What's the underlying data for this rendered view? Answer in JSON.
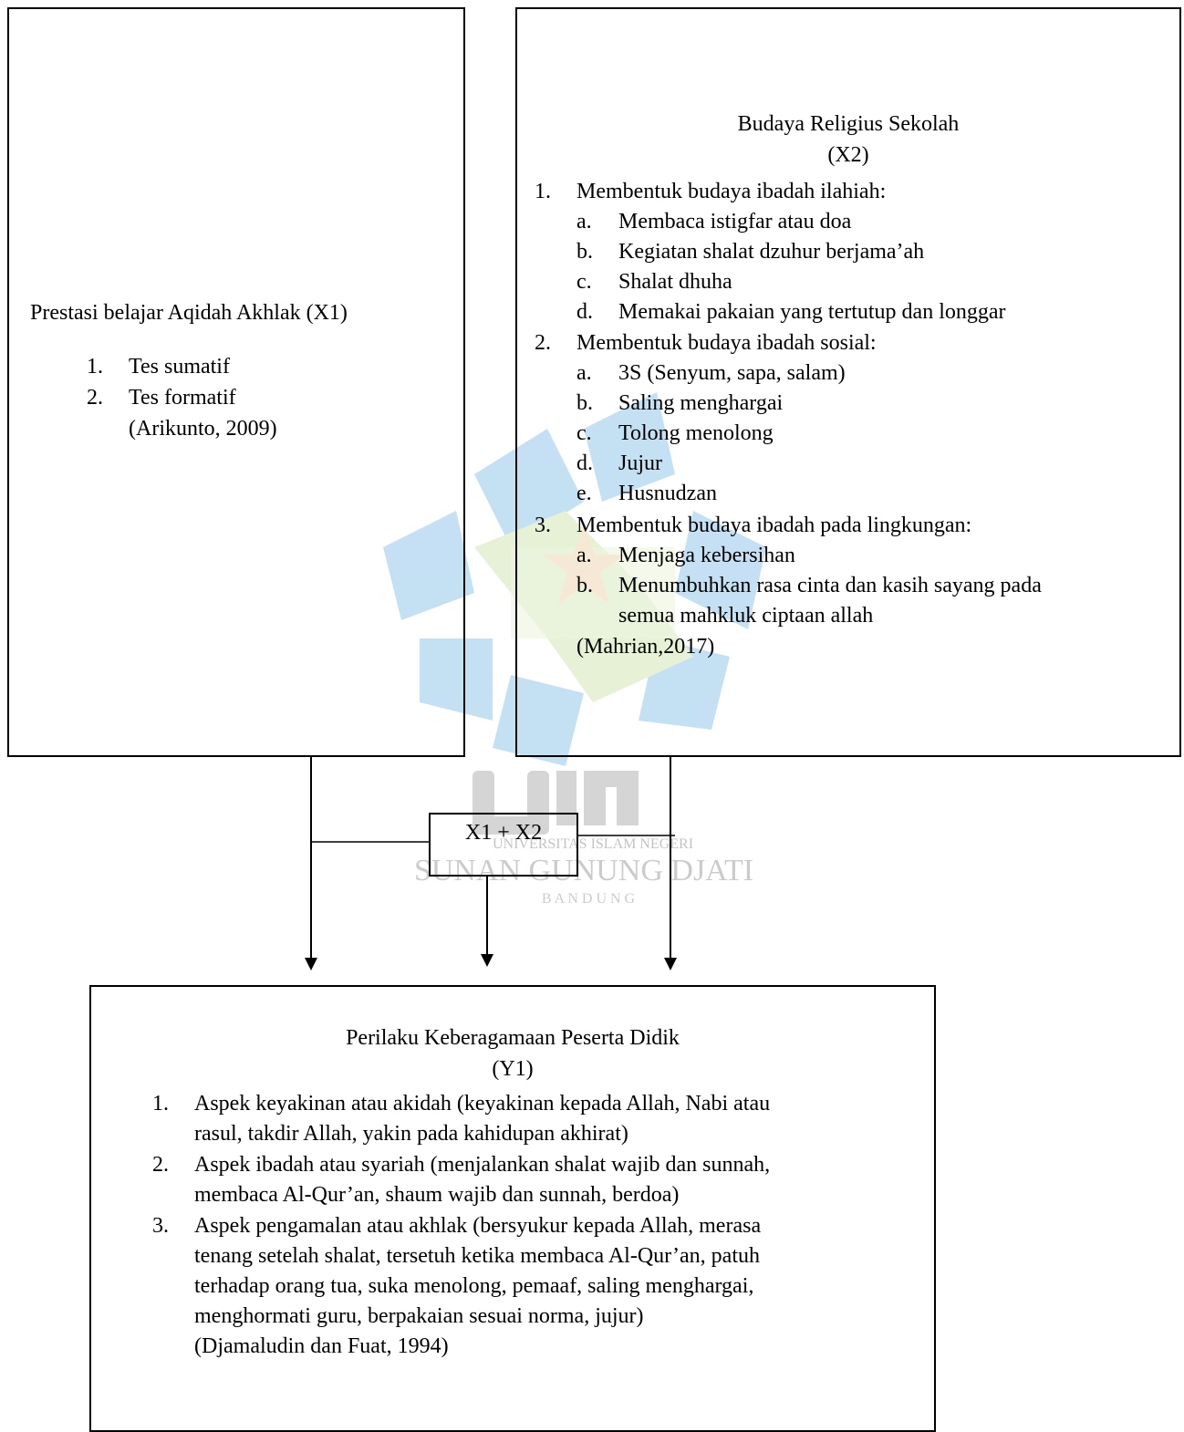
{
  "x1": {
    "title": "Prestasi belajar Aqidah Akhlak (X1)",
    "items": [
      {
        "num": "1.",
        "text": "Tes sumatif"
      },
      {
        "num": "2.",
        "text": "Tes formatif"
      }
    ],
    "citation": "(Arikunto, 2009)"
  },
  "x2": {
    "title": "Budaya Religius Sekolah",
    "code": "(X2)",
    "groups": [
      {
        "num": "1.",
        "text": "Membentuk budaya ibadah ilahiah:",
        "subs": [
          {
            "letter": "a.",
            "text": "Membaca istigfar atau doa"
          },
          {
            "letter": "b.",
            "text": "Kegiatan shalat  dzuhur berjama’ah"
          },
          {
            "letter": "c.",
            "text": "Shalat dhuha"
          },
          {
            "letter": "d.",
            "text": "Memakai pakaian yang tertutup dan longgar"
          }
        ]
      },
      {
        "num": "2.",
        "text": "Membentuk budaya ibadah sosial:",
        "subs": [
          {
            "letter": "a.",
            "text": "3S (Senyum, sapa, salam)"
          },
          {
            "letter": "b.",
            "text": "Saling menghargai"
          },
          {
            "letter": "c.",
            "text": "Tolong menolong"
          },
          {
            "letter": "d.",
            "text": "Jujur"
          },
          {
            "letter": "e.",
            "text": "Husnudzan"
          }
        ]
      },
      {
        "num": "3.",
        "text": "Membentuk budaya ibadah pada lingkungan:",
        "subs": [
          {
            "letter": "a.",
            "text": "Menjaga kebersihan"
          },
          {
            "letter": "b.",
            "text": "Menumbuhkan rasa cinta dan kasih sayang pada"
          },
          {
            "letter": "",
            "text": "semua mahkluk ciptaan allah"
          }
        ]
      }
    ],
    "citation": "(Mahrian,2017)"
  },
  "combo": {
    "label": "X1 + X2"
  },
  "y1": {
    "title": "Perilaku Keberagamaan Peserta Didik",
    "code": "(Y1)",
    "items": [
      {
        "num": "1.",
        "lines": [
          "Aspek keyakinan atau akidah (keyakinan kepada Allah, Nabi atau",
          "rasul, takdir Allah, yakin pada kahidupan akhirat)"
        ]
      },
      {
        "num": "2.",
        "lines": [
          "Aspek ibadah atau syariah (menjalankan shalat wajib dan sunnah,",
          "membaca Al-Qur’an, shaum wajib dan sunnah, berdoa)"
        ]
      },
      {
        "num": "3.",
        "lines": [
          "Aspek pengamalan atau akhlak (bersyukur kepada Allah, merasa",
          "tenang setelah shalat, tersetuh ketika membaca Al-Qur’an, patuh",
          "terhadap orang tua, suka menolong, pemaaf, saling menghargai,",
          "menghormati guru, berpakaian sesuai norma, jujur)"
        ]
      }
    ],
    "citation": "(Djamaludin dan Fuat, 1994)"
  },
  "watermark": {
    "line1": "UNIVERSITAS ISLAM NEGERI",
    "line2": "SUNAN GUNUNG DJATI",
    "line3": "B A N D U N G"
  }
}
